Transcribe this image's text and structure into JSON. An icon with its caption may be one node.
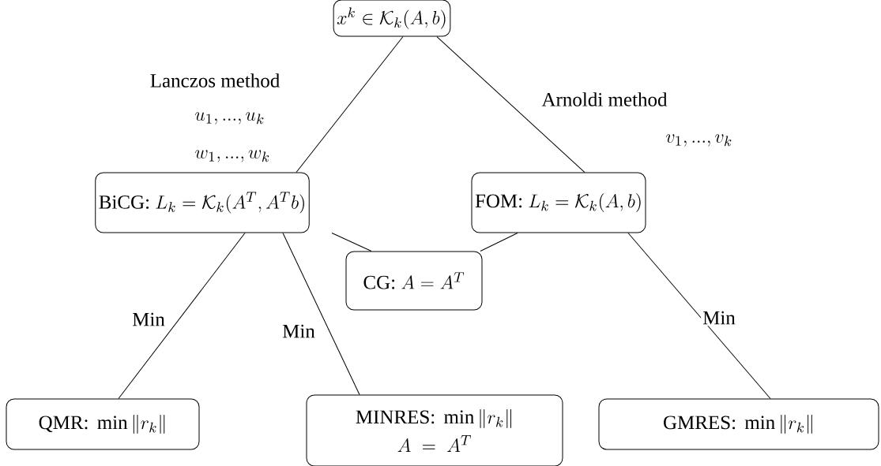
{
  "diagram": {
    "nodes": [
      {
        "text": [
          "x^k \\in \\mathcal{K}_k(A, b)"
        ]
      },
      {
        "text": [
          "\\textrm{BiCG: } L_k = \\mathcal{K}_k(A^T, A^T b)"
        ]
      },
      {
        "text": [
          "\\textrm{FOM: } L_k = \\mathcal{K}_k(A, b)"
        ]
      },
      {
        "text": [
          "\\textrm{CG: } A = A^T"
        ]
      },
      {
        "text": [
          "\\textrm{QMR: } \\min \\|r_k\\|"
        ]
      },
      {
        "text": [
          "\\textrm{MINRES: } \\min \\|r_k\\|",
          "A \\;=\\; A^T"
        ]
      },
      {
        "text": [
          "\\textrm{GMRES: } \\min \\|r_k\\|"
        ]
      }
    ],
    "edges": [
      {
        "from": 0,
        "to": 1,
        "arrow": "none"
      },
      {
        "from": 0,
        "to": 2,
        "arrow": "none"
      },
      {
        "from": 1,
        "to": 3,
        "arrow": "none"
      },
      {
        "from": 2,
        "to": 3,
        "arrow": "none"
      },
      {
        "from": 1,
        "to": 4,
        "arrow": "none",
        "label": "Min"
      },
      {
        "from": 1,
        "to": 5,
        "arrow": "none",
        "label": "Min"
      },
      {
        "from": 2,
        "to": 6,
        "arrow": "none",
        "label": "Min"
      }
    ],
    "labels": [
      "Lanczos method",
      "u_1, ..., u_k",
      "w_1, ..., w_k",
      "Arnoldi method",
      "v_1, ..., v_k"
    ]
  }
}
